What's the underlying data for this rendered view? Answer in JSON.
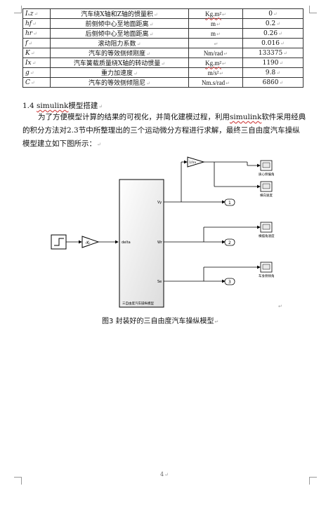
{
  "table": {
    "rows": [
      {
        "symbol": "Iₓz",
        "name": "汽车绕X轴和Z轴的惯量积",
        "unit": "Kg.m²",
        "value": "0"
      },
      {
        "symbol": "hf",
        "name": "前侧倾中心至地面距离",
        "unit": "m",
        "value": "0.2"
      },
      {
        "symbol": "hr",
        "name": "后侧倾中心至地面距离",
        "unit": "m",
        "value": "0.26"
      },
      {
        "symbol": "f",
        "name": "滚动阻力系数",
        "unit": "",
        "value": "0.016"
      },
      {
        "symbol": "K",
        "name": "汽车的等效侧倾刚度",
        "unit": "Nm/rad",
        "value": "133375"
      },
      {
        "symbol": "Ix",
        "name": "汽车簧载质量绕X轴的转动惯量",
        "unit": "Kg.m²",
        "value": "1190"
      },
      {
        "symbol": "g",
        "name": "重力加速度",
        "unit": "m/s²",
        "value": "9.8"
      },
      {
        "symbol": "C",
        "name": "汽车的等效侧倾阻尼",
        "unit": "Nm.s/rad",
        "value": "6860"
      }
    ]
  },
  "section": {
    "number": "1.4",
    "keyword": "simulink",
    "title": "模型搭建"
  },
  "paragraph": {
    "part1": "为了方便模型计算的结果的可视化，并简化建模过程，利用",
    "keyword": "simulink",
    "part2": "软件采用经典的积分方法对2.3节中所整理出的三个运动微分方程进行求解，最终三自由度汽车操纵模型建立如下图所示："
  },
  "diagram": {
    "subsystem_label": "三自由度汽车操纵模型",
    "input_port": "delta",
    "output_ports": [
      "Vy",
      "Wr",
      "Se"
    ],
    "scopes": [
      "质心侧偏角",
      "横向速度",
      "横摆角速度",
      "车身侧倾角"
    ],
    "out_blocks": [
      "1",
      "2",
      "3"
    ],
    "gain_label": "-K-",
    "gain_top_label": "1/Vx"
  },
  "caption": "图3 封装好的三自由度汽车操纵模型",
  "page_number": "4"
}
